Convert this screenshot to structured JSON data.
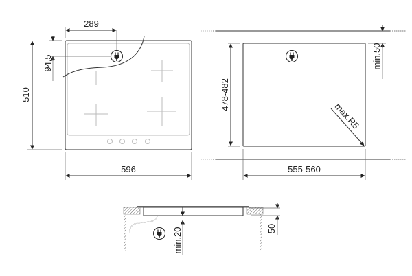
{
  "top_view": {
    "dim_plug_x": "289",
    "dim_plug_y": "94,5",
    "dim_depth": "510",
    "dim_width": "596",
    "plug_icon": "plug-icon",
    "knob_count": 4
  },
  "cutout_view": {
    "dim_depth": "478-482",
    "dim_width": "555-560",
    "dim_clearance": "min.50",
    "dim_radius": "max.R5",
    "plug_icon": "plug-icon"
  },
  "section_view": {
    "dim_clearance": "min.20",
    "dim_thickness": "50",
    "plug_icon": "plug-icon"
  }
}
